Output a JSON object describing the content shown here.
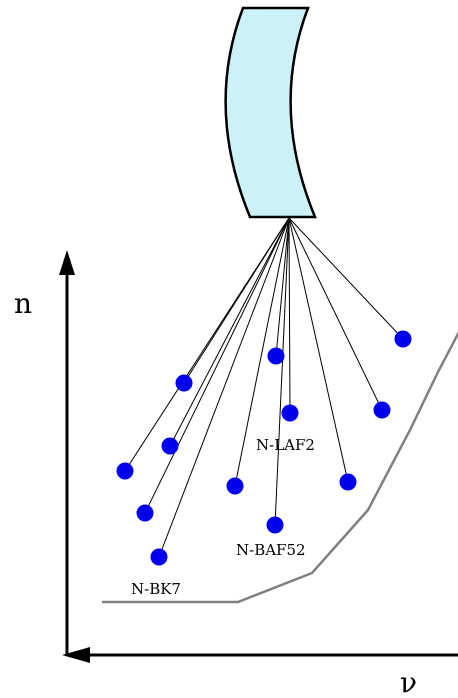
{
  "axes": {
    "y_label": "n",
    "x_label": "ν"
  },
  "glass_labels": {
    "n_laf2": "N-LAF2",
    "n_baf52": "N-BAF52",
    "n_bk7": "N-BK7"
  },
  "colors": {
    "lens_fill": "#ccf2f7",
    "lens_stroke": "#000000",
    "point": "#0000ee",
    "boundary": "#808080",
    "ray": "#000000",
    "axis": "#000000"
  },
  "glass_point_count": 12
}
